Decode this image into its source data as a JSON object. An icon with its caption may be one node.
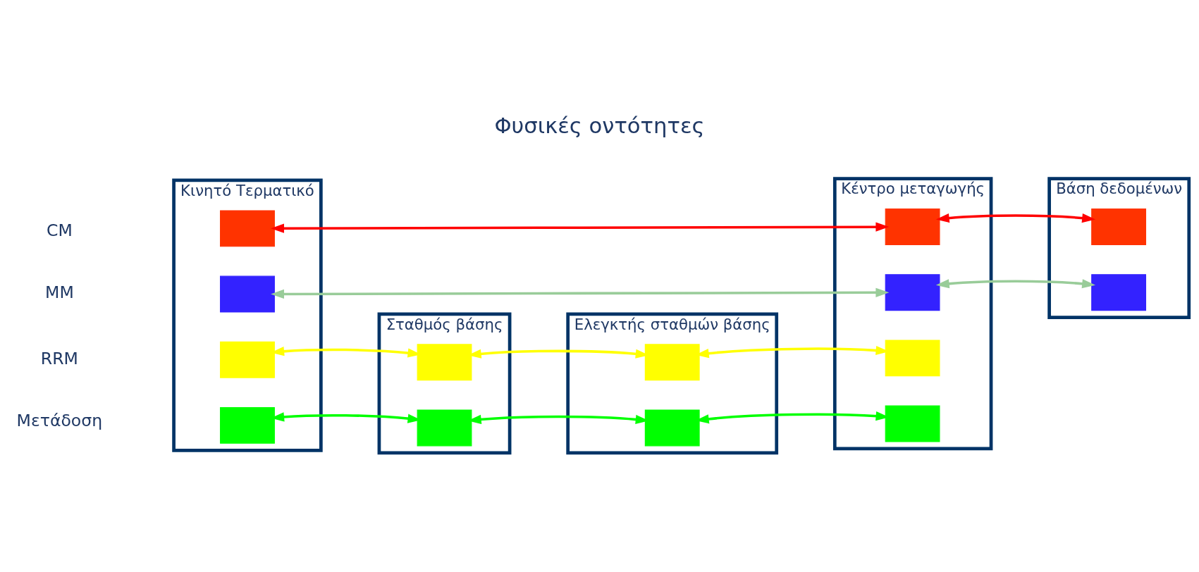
{
  "diagram": {
    "title": "Φυσικές οντότητες",
    "nodes": [
      {
        "text": [
          "Κινητό Τερματικό"
        ]
      },
      {
        "text": [],
        "shape": "box",
        "in": 0
      },
      {
        "text": [],
        "shape": "box",
        "in": 0
      },
      {
        "text": [],
        "shape": "box",
        "in": 0
      },
      {
        "text": [],
        "shape": "box",
        "in": 0
      },
      {
        "text": [
          "Σταθμός βάσης"
        ]
      },
      {
        "text": [],
        "shape": "box",
        "in": 5
      },
      {
        "text": [],
        "shape": "box",
        "in": 5
      },
      {
        "text": [
          "Ελεγκτής σταθμών βάσης"
        ]
      },
      {
        "text": [],
        "shape": "box",
        "in": 8
      },
      {
        "text": [],
        "shape": "box",
        "in": 8
      },
      {
        "text": [
          "Κέντρο μεταγωγής"
        ]
      },
      {
        "text": [],
        "shape": "box",
        "in": 11
      },
      {
        "text": [],
        "shape": "box",
        "in": 11
      },
      {
        "text": [],
        "shape": "box",
        "in": 11
      },
      {
        "text": [],
        "shape": "box",
        "in": 11
      },
      {
        "text": [
          "Βάση δεδομένων"
        ]
      },
      {
        "text": [],
        "shape": "box",
        "in": 16
      },
      {
        "text": [],
        "shape": "box",
        "in": 16
      }
    ],
    "edges": [
      {
        "from": 1,
        "to": 12,
        "arrow": "both",
        "color": "#ff0000"
      },
      {
        "from": 12,
        "to": 17,
        "arrow": "both",
        "color": "#ff0000"
      },
      {
        "from": 2,
        "to": 13,
        "arrow": "both",
        "color": "#99cc99"
      },
      {
        "from": 13,
        "to": 18,
        "arrow": "both",
        "color": "#99cc99"
      },
      {
        "from": 3,
        "to": 6,
        "arrow": "both",
        "color": "#ffff00"
      },
      {
        "from": 6,
        "to": 9,
        "arrow": "both",
        "color": "#ffff00"
      },
      {
        "from": 9,
        "to": 14,
        "arrow": "both",
        "color": "#ffff00"
      },
      {
        "from": 4,
        "to": 7,
        "arrow": "both",
        "color": "#00ff00"
      },
      {
        "from": 7,
        "to": 10,
        "arrow": "both",
        "color": "#00ff00"
      },
      {
        "from": 10,
        "to": 15,
        "arrow": "both",
        "color": "#00ff00"
      }
    ],
    "labels": [
      "CM",
      "MM",
      "RRM",
      "Μετάδοση"
    ]
  }
}
